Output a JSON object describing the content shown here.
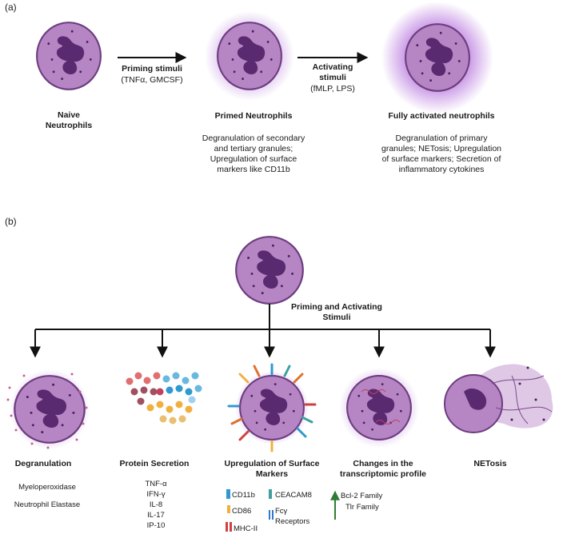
{
  "panel_a": {
    "label": "(a)",
    "stage1": {
      "title": "Naive\nNeutrophils"
    },
    "arrow1": {
      "title": "Priming stimuli",
      "sub": "(TNFα, GMCSF)"
    },
    "stage2": {
      "title": "Primed Neutrophils",
      "desc": "Degranulation of secondary\nand tertiary granules;\nUpregulation of surface\nmarkers like CD11b"
    },
    "arrow2": {
      "title": "Activating\nstimuli",
      "sub": "(fMLP, LPS)"
    },
    "stage3": {
      "title": "Fully activated neutrophils",
      "desc": "Degranulation of primary\ngranules; NETosis; Upregulation\nof surface markers; Secretion of\ninflammatory cytokines"
    }
  },
  "panel_b": {
    "label": "(b)",
    "stimuli": "Priming and Activating\nStimuli",
    "outcomes": {
      "degranulation": {
        "title": "Degranulation",
        "items": [
          "Myeloperoxidase",
          "Neutrophil Elastase"
        ]
      },
      "secretion": {
        "title": "Protein Secretion",
        "items": [
          "TNF-α",
          "IFN-γ",
          "IL-8",
          "IL-17",
          "IP-10"
        ]
      },
      "markers": {
        "title": "Upregulation of Surface\nMarkers",
        "items": [
          "CD11b",
          "CD86",
          "MHC-II",
          "CEACAM8",
          "Fcγ\nReceptors"
        ]
      },
      "transcriptomic": {
        "title": "Changes in the\ntranscriptomic profile",
        "items": [
          "Bcl-2 Family",
          "Tlr Family"
        ]
      },
      "netosis": {
        "title": "NETosis"
      }
    }
  },
  "colors": {
    "cell": "#b585c4",
    "cell_outline": "#6d3d80",
    "nucleus": "#5a2a70",
    "glow": "#a050d0",
    "arrow": "#111111",
    "up_arrow": "#2e7d32"
  },
  "icons": [
    "neutrophil-cell",
    "granule-dots",
    "cytokine-balls",
    "receptor-glyphs",
    "dna-strands",
    "net-fibers"
  ]
}
